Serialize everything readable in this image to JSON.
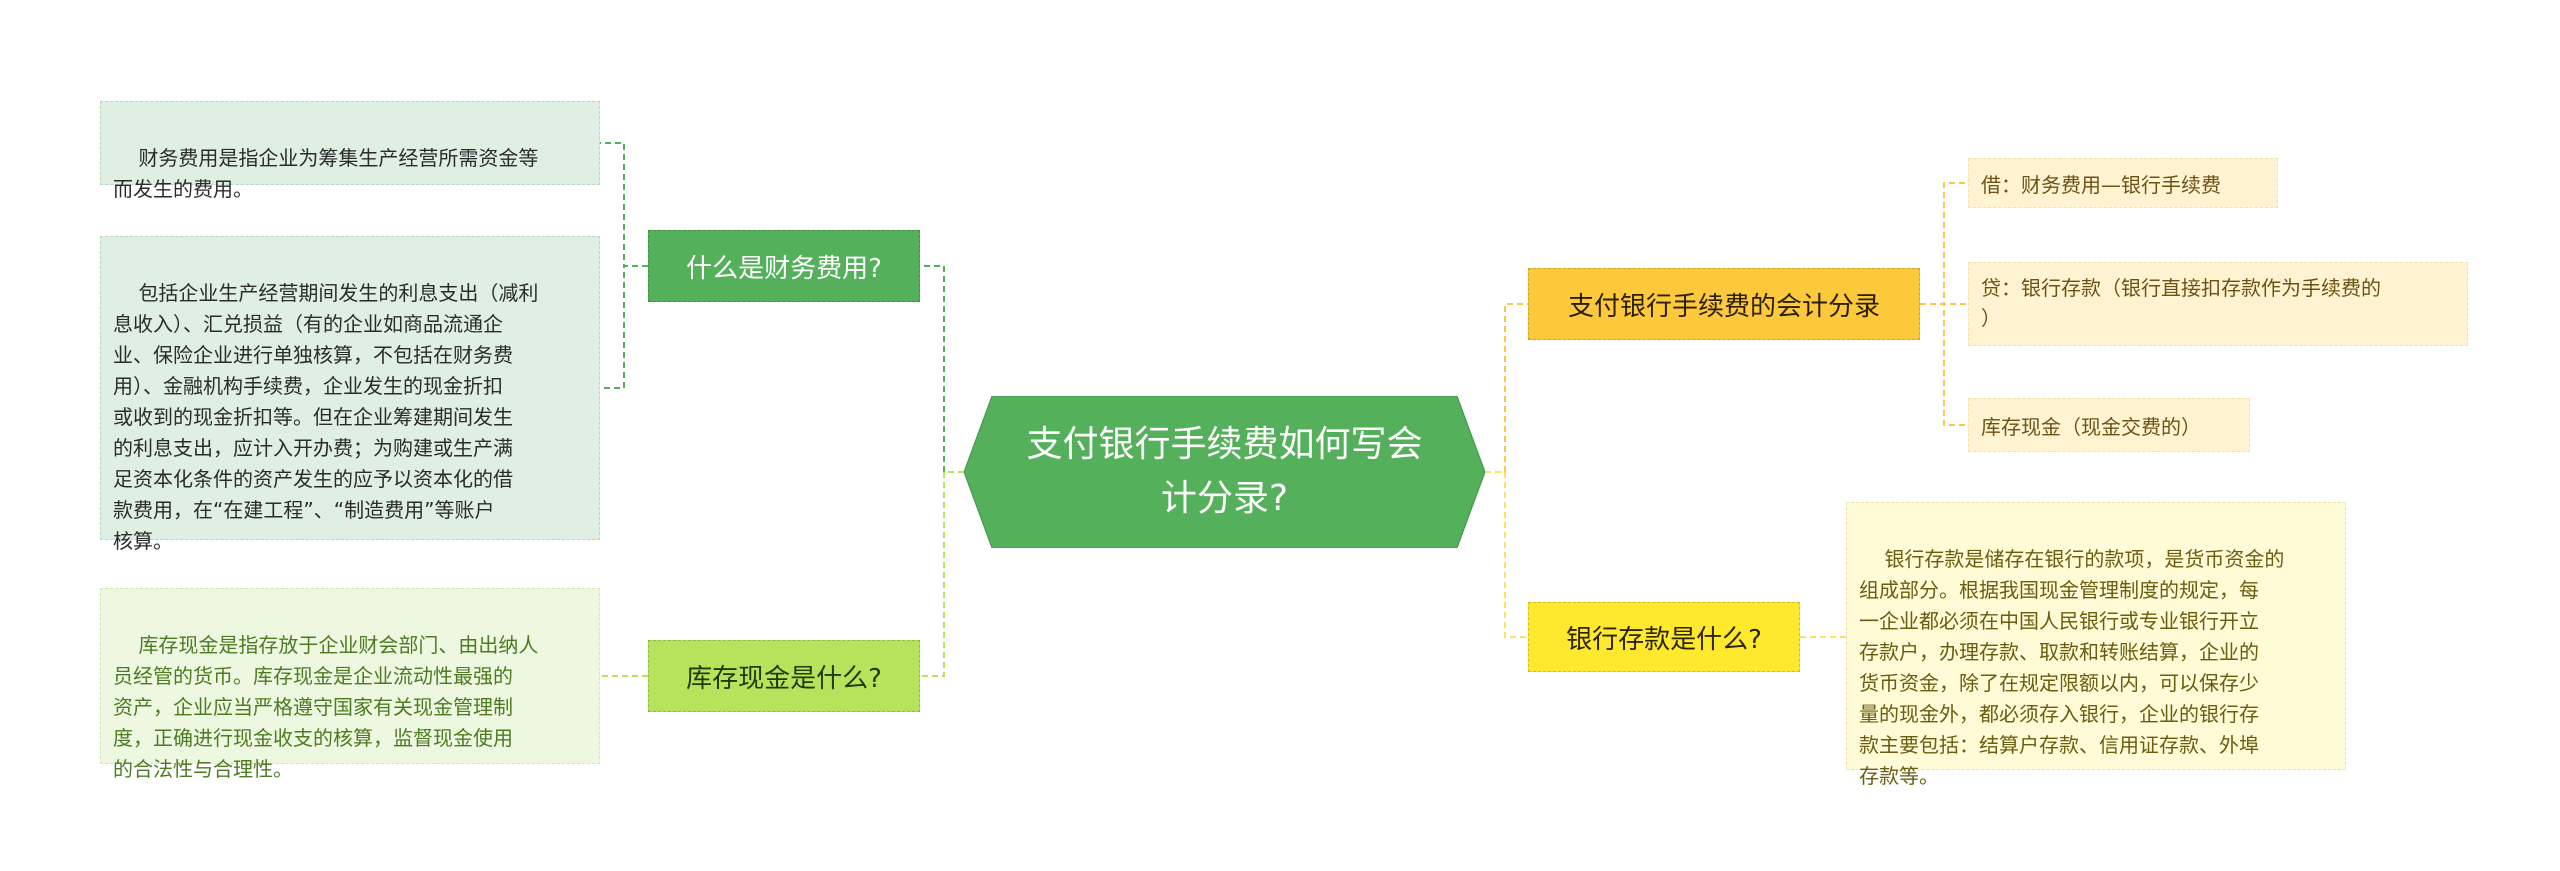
{
  "diagram": {
    "central": {
      "text": "支付银行手续费如何写会\n计分录?"
    },
    "left": [
      {
        "topic": "什么是财务费用?",
        "notes": [
          "财务费用是指企业为筹集生产经营所需资金等\n而发生的费用。",
          "包括企业生产经营期间发生的利息支出（减利\n息收入）、汇兑损益（有的企业如商品流通企\n业、保险企业进行单独核算，不包括在财务费\n用）、金融机构手续费，企业发生的现金折扣\n或收到的现金折扣等。但在企业筹建期间发生\n的利息支出，应计入开办费；为购建或生产满\n足资本化条件的资产发生的应予以资本化的借\n款费用，在“在建工程”、“制造费用”等账户\n核算。"
        ]
      },
      {
        "topic": "库存现金是什么?",
        "notes": [
          "库存现金是指存放于企业财会部门、由出纳人\n员经管的货币。库存现金是企业流动性最强的\n资产，企业应当严格遵守国家有关现金管理制\n度，正确进行现金收支的核算，监督现金使用\n的合法性与合理性。"
        ]
      }
    ],
    "right": [
      {
        "topic": "支付银行手续费的会计分录",
        "leaves": [
          "借：财务费用—银行手续费",
          "贷：银行存款（银行直接扣存款作为手续费的\n）",
          "库存现金（现金交费的）"
        ]
      },
      {
        "topic": "银行存款是什么?",
        "notes": [
          "银行存款是储存在银行的款项，是货币资金的\n组成部分。根据我国现金管理制度的规定，每\n一企业都必须在中国人民银行或专业银行开立\n存款户，办理存款、取款和转账结算，企业的\n货币资金，除了在规定限额以内，可以保存少\n量的现金外，都必须存入银行，企业的银行存\n款主要包括：结算户存款、信用证存款、外埠\n存款等。"
        ]
      }
    ],
    "colors": {
      "central": "#55b05c",
      "dark_green": "#55b05c",
      "light_green": "#b5e35c",
      "orange": "#fbc93b",
      "yellow": "#ffe92e",
      "line_dark_green": "#55b05c",
      "line_light_green": "#b5e35c",
      "line_orange": "#f9c74f",
      "line_yellow": "#ffe066"
    }
  }
}
